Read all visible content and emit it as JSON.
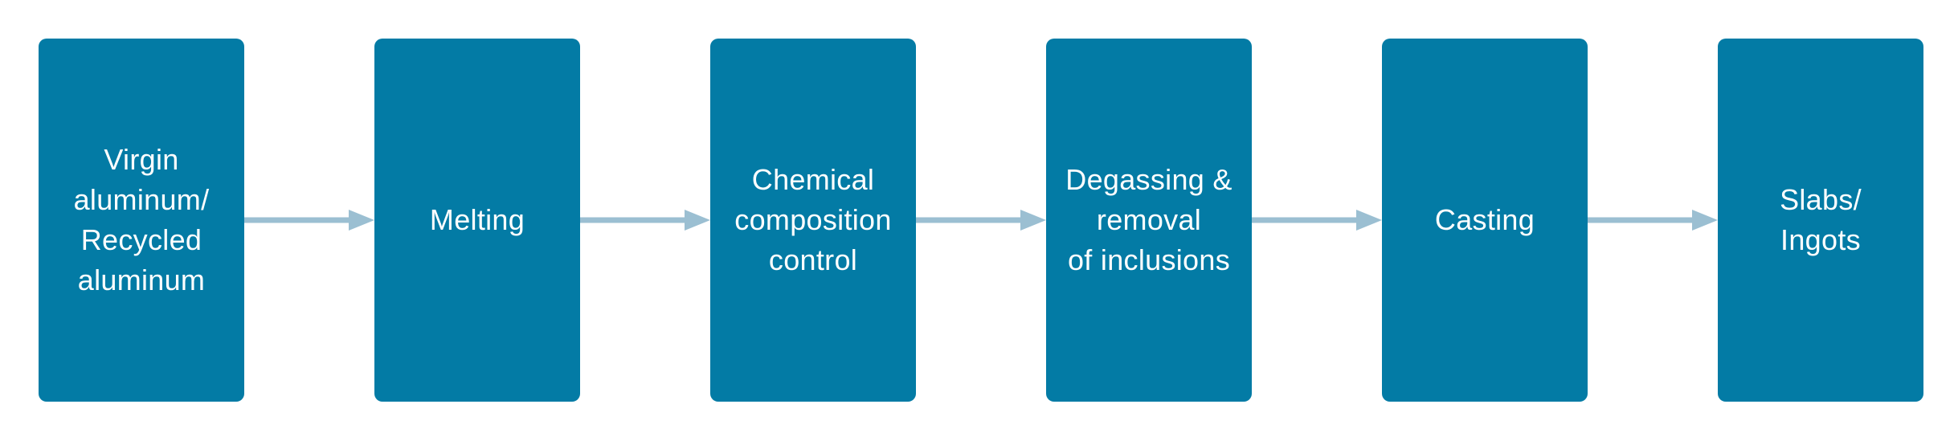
{
  "diagram": {
    "colors": {
      "box_fill": "#037ba5",
      "box_text": "#ffffff",
      "arrow": "#9bbfd2",
      "background": "#ffffff"
    },
    "steps": [
      {
        "label": "Virgin\naluminum/\nRecycled\naluminum"
      },
      {
        "label": "Melting"
      },
      {
        "label": "Chemical\ncomposition\ncontrol"
      },
      {
        "label": "Degassing &\nremoval\nof inclusions"
      },
      {
        "label": "Casting"
      },
      {
        "label": "Slabs/\nIngots"
      }
    ]
  }
}
